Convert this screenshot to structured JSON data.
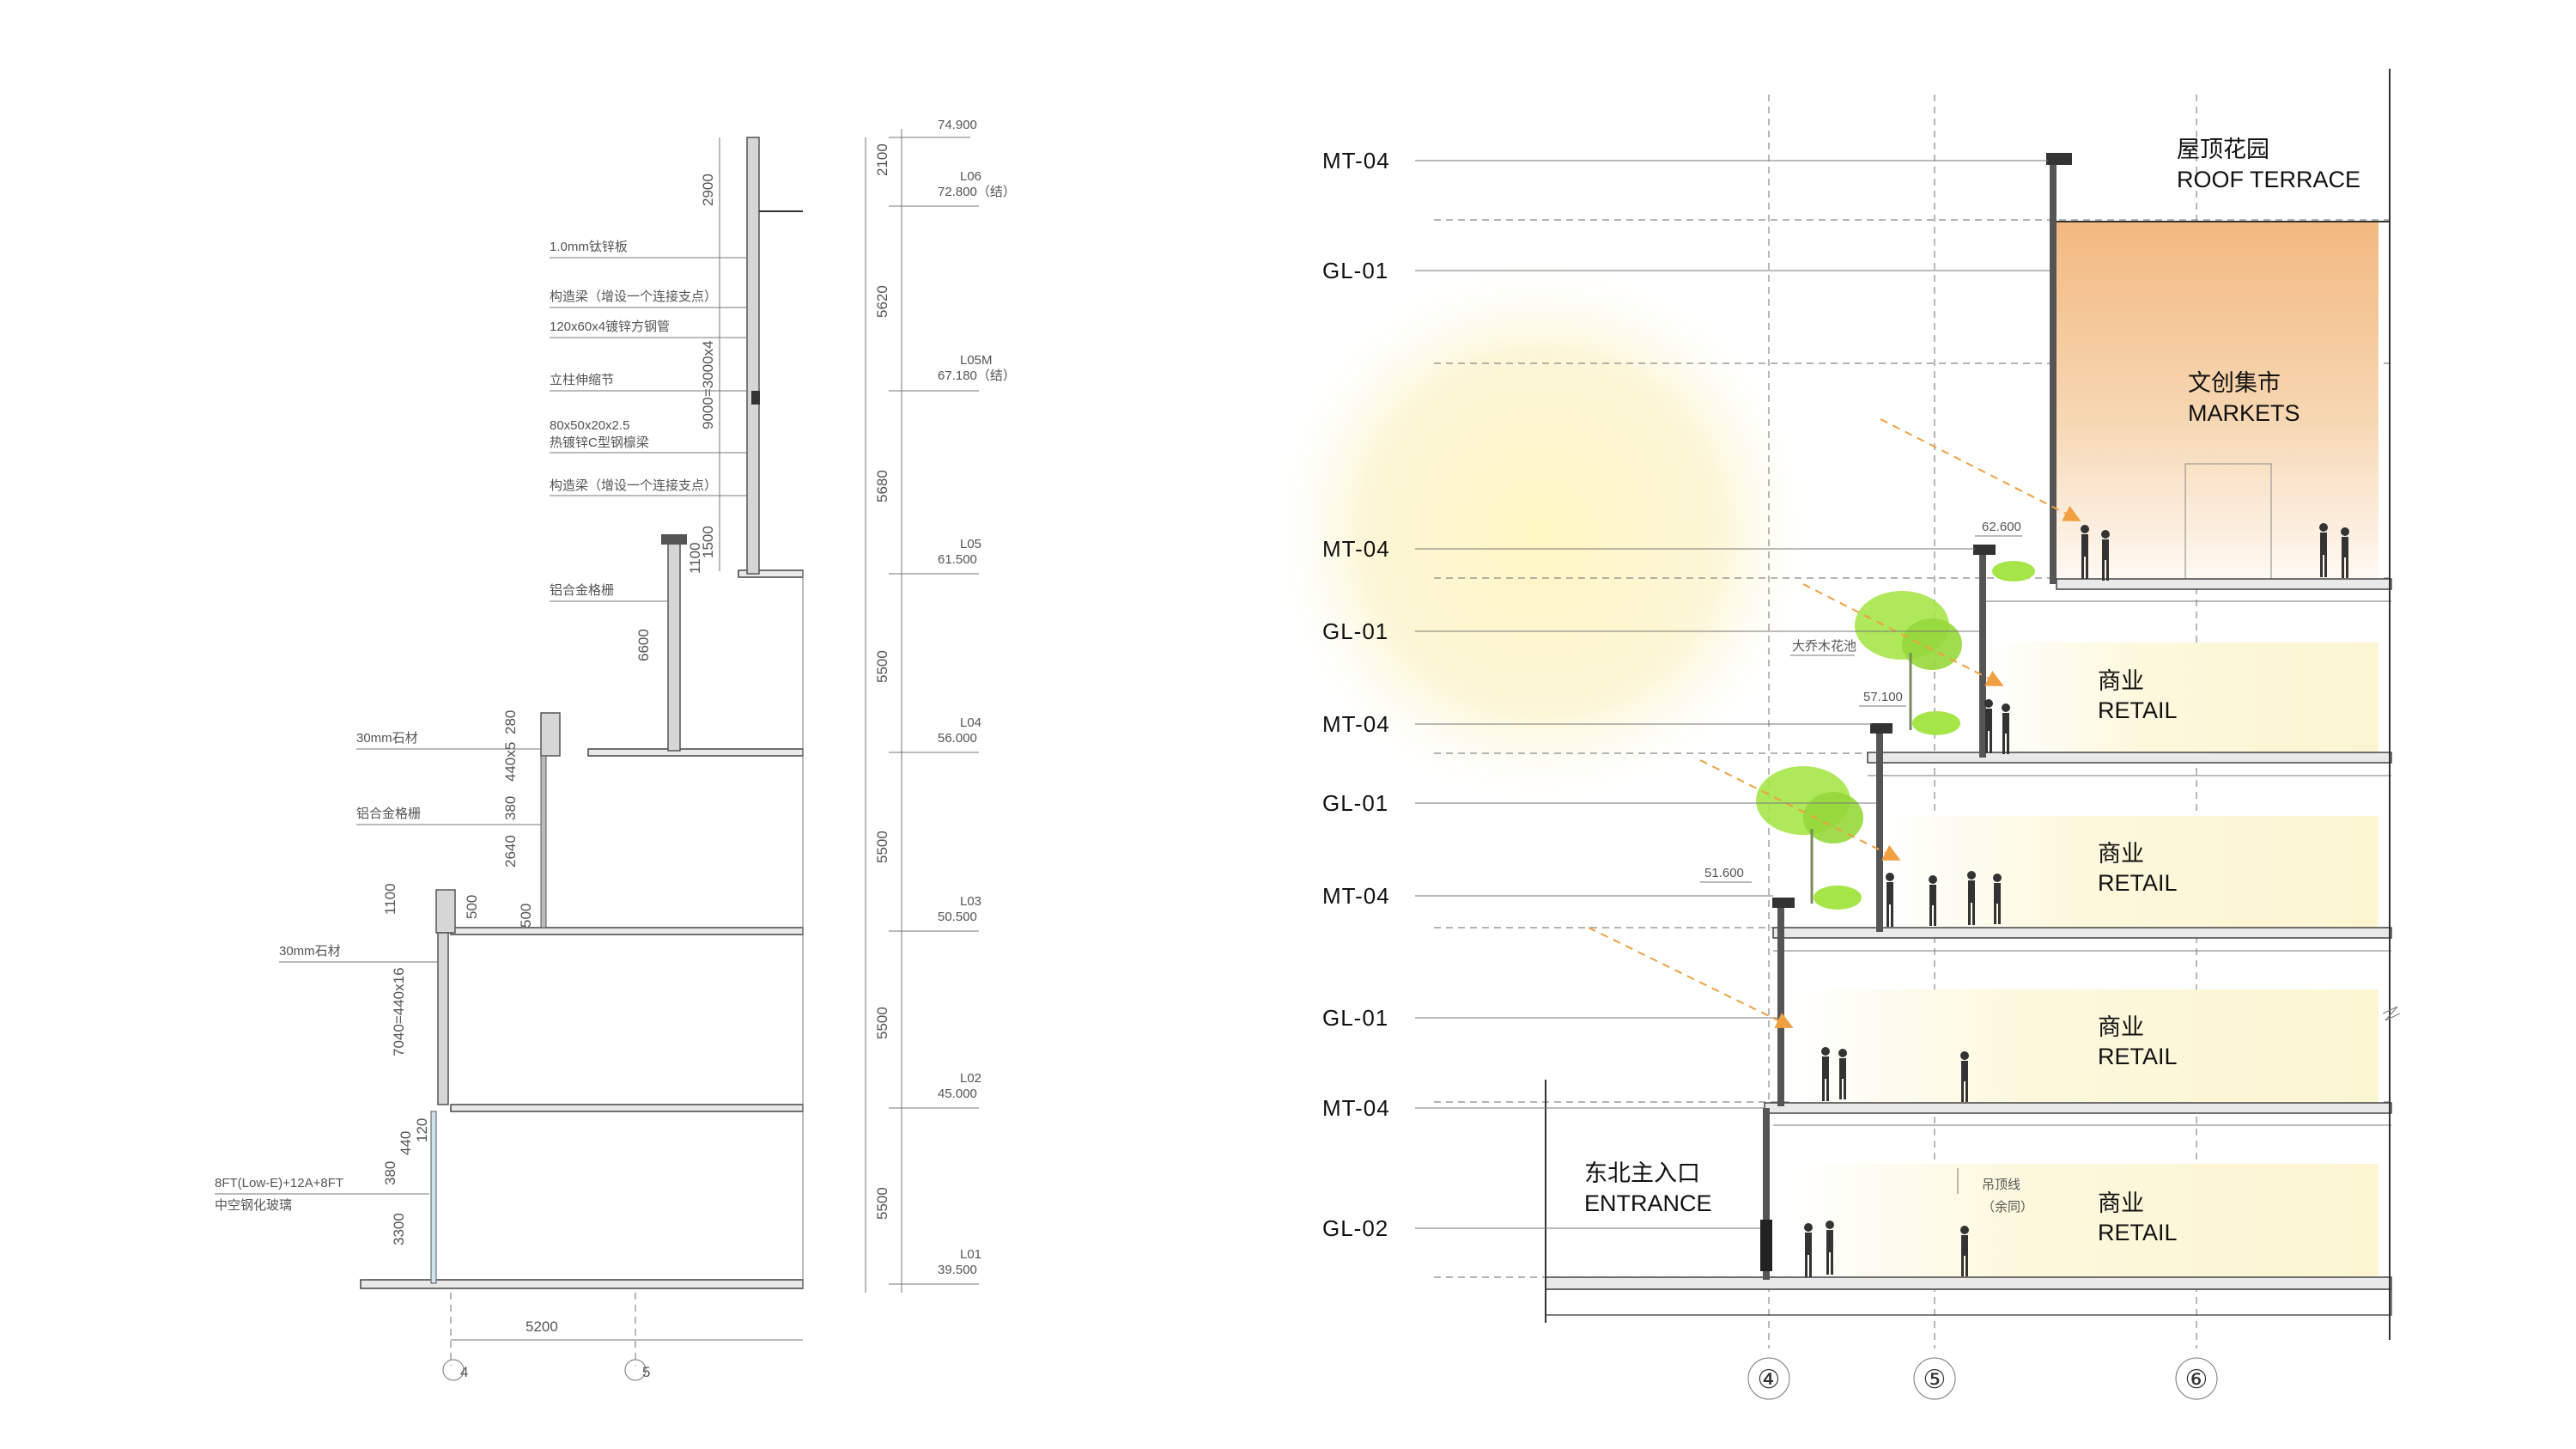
{
  "left_detail": {
    "top_elevation": "74.900",
    "levels": [
      {
        "code": "L06",
        "elev": "72.800（结）"
      },
      {
        "code": "L05M",
        "elev": "67.180（结）"
      },
      {
        "code": "L05",
        "elev": "61.500"
      },
      {
        "code": "L04",
        "elev": "56.000"
      },
      {
        "code": "L03",
        "elev": "50.500"
      },
      {
        "code": "L02",
        "elev": "45.000"
      },
      {
        "code": "L01",
        "elev": "39.500"
      }
    ],
    "storey_dims": [
      "2100",
      "5620",
      "5680",
      "5500",
      "5500",
      "5500",
      "5500"
    ],
    "material_labels": [
      "1.0mm钛锌板",
      "构造梁（增设一个连接支点）",
      "120x60x4镀锌方钢管",
      "立柱伸缩节",
      "80x50x20x2.5",
      "热镀锌C型钢檩梁",
      "构造梁（增设一个连接支点）",
      "铝合金格栅",
      "30mm石材",
      "铝合金格栅",
      "30mm石材",
      "8FT(Low-E)+12A+8FT",
      "中空钢化玻璃"
    ],
    "vertical_dims": [
      "2900",
      "9000=3000x4",
      "1500",
      "1100",
      "6600",
      "280",
      "440x5",
      "380",
      "2640",
      "500",
      "1100",
      "500",
      "7040=440x16",
      "380",
      "440",
      "120",
      "3300"
    ],
    "span": "5200",
    "axes": [
      "4",
      "5"
    ]
  },
  "right_section": {
    "left_labels": [
      "MT-04",
      "GL-01",
      "MT-04",
      "GL-01",
      "MT-04",
      "GL-01",
      "MT-04",
      "GL-01",
      "MT-04",
      "GL-02"
    ],
    "spot_elevations": [
      "62.600",
      "57.100",
      "51.600"
    ],
    "small_notes": [
      "大乔木花池",
      "吊顶线",
      "（余同）"
    ],
    "rooms": [
      {
        "cn": "屋顶花园",
        "en": "ROOF TERRACE"
      },
      {
        "cn": "文创集市",
        "en": "MARKETS"
      },
      {
        "cn": "商业",
        "en": "RETAIL"
      },
      {
        "cn": "商业",
        "en": "RETAIL"
      },
      {
        "cn": "商业",
        "en": "RETAIL"
      },
      {
        "cn": "商业",
        "en": "RETAIL"
      },
      {
        "cn": "东北主入口",
        "en": "ENTRANCE"
      }
    ],
    "axes": [
      "④",
      "⑤",
      "⑥"
    ]
  },
  "colors": {
    "line": "#333333",
    "market_fill": "#f2c08c",
    "retail_glow": "#fbf6d4",
    "tree": "#9be03c",
    "arrow": "#f0a040"
  }
}
